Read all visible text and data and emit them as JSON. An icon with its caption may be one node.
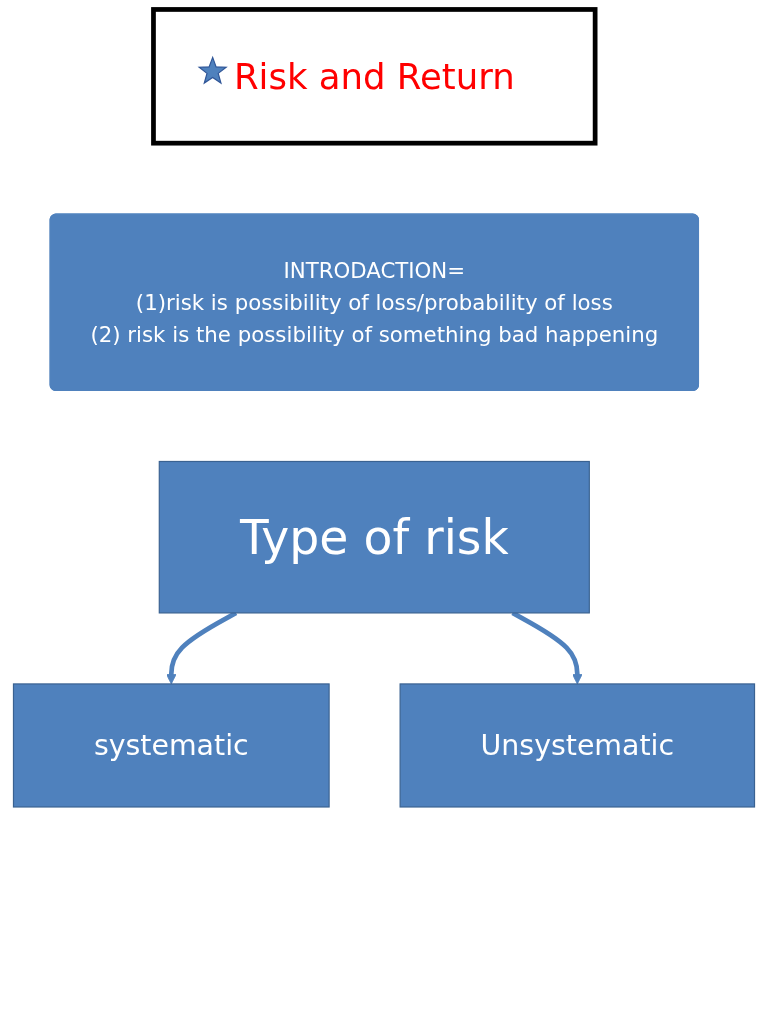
{
  "diagram": {
    "nodes": [
      {
        "text": [
          "Risk and Return"
        ]
      },
      {
        "text": [
          "INTRODACTION=",
          "(1)risk is possibility of loss/probability of loss",
          "(2) risk is the possibility of something bad happening"
        ]
      },
      {
        "text": [
          "Type of risk"
        ]
      },
      {
        "text": [
          "systematic"
        ]
      },
      {
        "text": [
          "Unsystematic"
        ]
      }
    ],
    "edges": [
      {
        "from": 2,
        "to": 3,
        "arrow": "to"
      },
      {
        "from": 2,
        "to": 4,
        "arrow": "to"
      }
    ]
  }
}
